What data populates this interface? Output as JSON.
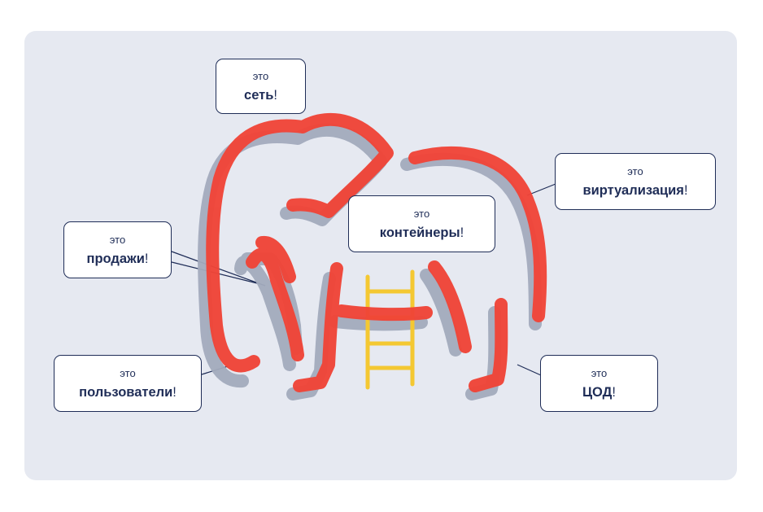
{
  "palette": {
    "panel_bg": "#e6e9f1",
    "elephant_stroke": "#f04437",
    "shadow_stroke": "#a3abbd",
    "ladder": "#f4c832",
    "bubble_text": "#1f2d57"
  },
  "bubbles": {
    "network": {
      "top": "это",
      "word": "сеть",
      "mark": "!"
    },
    "virtualization": {
      "top": "это",
      "word": "виртуализация",
      "mark": "!"
    },
    "containers": {
      "top": "это",
      "word": "контейнеры",
      "mark": "!"
    },
    "sales": {
      "top": "это",
      "word": "продажи",
      "mark": "!"
    },
    "users": {
      "top": "это",
      "word": "пользователи",
      "mark": "!"
    },
    "datacenter": {
      "top": "это",
      "word": "ЦОД",
      "mark": "!"
    }
  }
}
